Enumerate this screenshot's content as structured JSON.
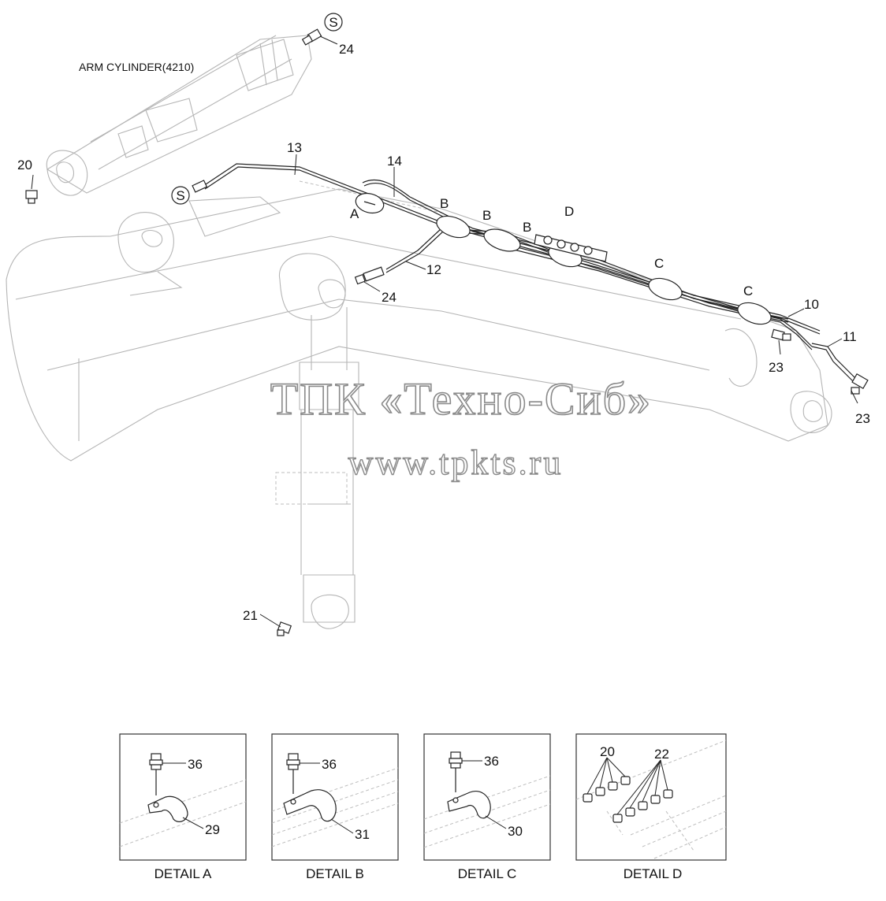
{
  "labels": {
    "arm_cylinder": "ARM CYLINDER(4210)",
    "s_marker": "S",
    "part_10": "10",
    "part_11": "11",
    "part_12": "12",
    "part_13": "13",
    "part_14": "14",
    "part_20": "20",
    "part_21": "21",
    "part_22": "22",
    "part_23": "23",
    "part_24": "24",
    "part_29": "29",
    "part_30": "30",
    "part_31": "31",
    "part_36": "36",
    "clamp_a": "A",
    "clamp_b": "B",
    "clamp_c": "C",
    "clamp_d": "D"
  },
  "watermark": {
    "line1": "ТПК «Техно-Сиб»",
    "line2": "www.tpkts.ru"
  },
  "details": [
    {
      "caption": "DETAIL  A",
      "bolt": "36",
      "clamp": "29"
    },
    {
      "caption": "DETAIL  B",
      "bolt": "36",
      "clamp": "31"
    },
    {
      "caption": "DETAIL  C",
      "bolt": "36",
      "clamp": "30"
    },
    {
      "caption": "DETAIL  D",
      "fitting_a": "20",
      "fitting_b": "22"
    }
  ]
}
